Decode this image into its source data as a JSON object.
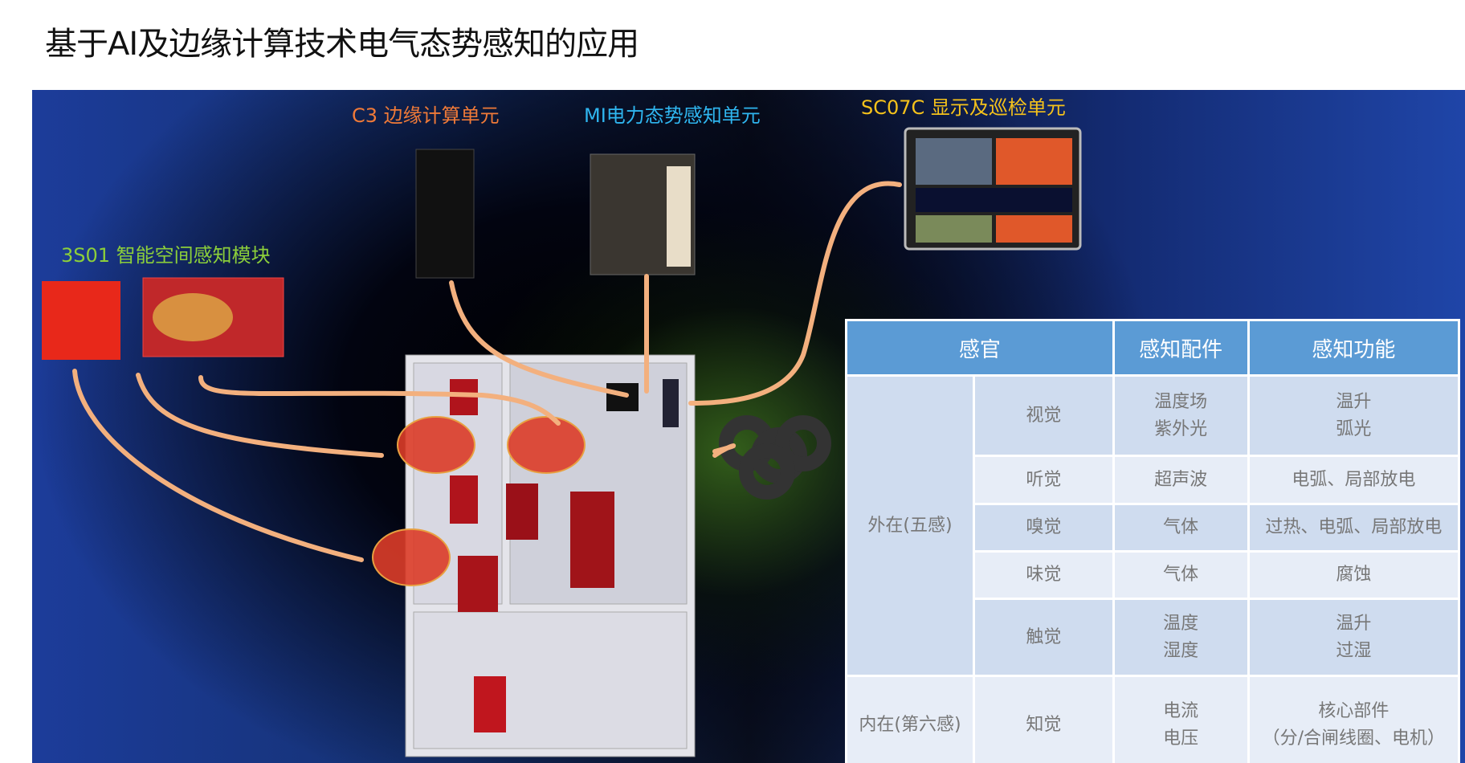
{
  "title": "基于AI及边缘计算技术电气态势感知的应用",
  "labels": {
    "c3": "C3 边缘计算单元",
    "mi": "MI电力态势感知单元",
    "sc07c": "SC07C 显示及巡检单元",
    "s301": "3S01 智能空间感知模块"
  },
  "colors": {
    "c3": "#f07a38",
    "mi": "#2fb6f0",
    "sc07c": "#f5c21b",
    "s301": "#8ccf3a",
    "header": "#5b9bd5"
  },
  "table": {
    "headers": [
      "感官",
      "感知配件",
      "感知功能"
    ],
    "group_external": "外在(五感)",
    "group_internal": "内在(第六感)",
    "rows": [
      {
        "sense": "视觉",
        "parts": [
          "温度场",
          "紫外光"
        ],
        "functions": [
          "温升",
          "弧光"
        ]
      },
      {
        "sense": "听觉",
        "parts": [
          "超声波"
        ],
        "functions": [
          "电弧、局部放电"
        ]
      },
      {
        "sense": "嗅觉",
        "parts": [
          "气体"
        ],
        "functions": [
          "过热、电弧、局部放电"
        ]
      },
      {
        "sense": "味觉",
        "parts": [
          "气体"
        ],
        "functions": [
          "腐蚀"
        ]
      },
      {
        "sense": "触觉",
        "parts": [
          "温度",
          "湿度"
        ],
        "functions": [
          "温升",
          "过湿"
        ]
      },
      {
        "sense": "知觉",
        "parts": [
          "电流",
          "电压"
        ],
        "functions": [
          "核心部件",
          "（分/合闸线圈、电机）"
        ]
      }
    ]
  }
}
